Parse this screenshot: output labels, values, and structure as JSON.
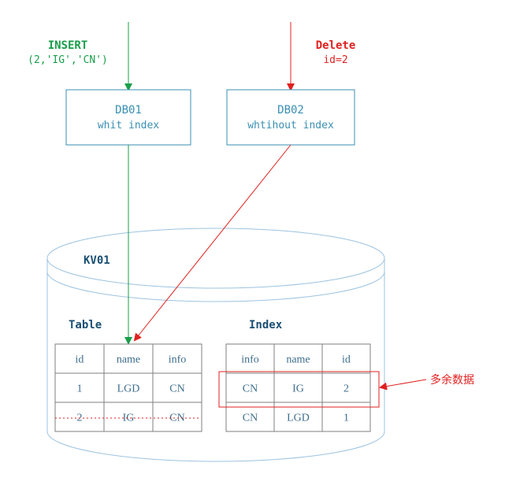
{
  "operations": {
    "insert": {
      "title": "INSERT",
      "args": "(2,'IG','CN')"
    },
    "delete": {
      "title": "Delete",
      "args": "id=2"
    }
  },
  "nodes": {
    "db01": {
      "name": "DB01",
      "desc": "whit index"
    },
    "db02": {
      "name": "DB02",
      "desc": "whtihout index"
    }
  },
  "kv": {
    "name": "KV01"
  },
  "table": {
    "title": "Table",
    "headers": [
      "id",
      "name",
      "info"
    ],
    "rows": [
      [
        "1",
        "LGD",
        "CN"
      ],
      [
        "2",
        "IG",
        "CN"
      ]
    ]
  },
  "index": {
    "title": "Index",
    "headers": [
      "info",
      "name",
      "id"
    ],
    "rows": [
      [
        "CN",
        "IG",
        "2"
      ],
      [
        "CN",
        "LGD",
        "1"
      ]
    ]
  },
  "annotation": {
    "extra_data": "多余数据"
  },
  "colors": {
    "insert": "#1a9e4b",
    "delete": "#e02020",
    "node_text": "#3a8fb3",
    "cylinder_stroke": "#9cc3e0",
    "table_text": "#1a4f73",
    "cell_border": "#7f7f7f",
    "cell_text": "#3d6d8c",
    "highlight": "#e02020"
  }
}
